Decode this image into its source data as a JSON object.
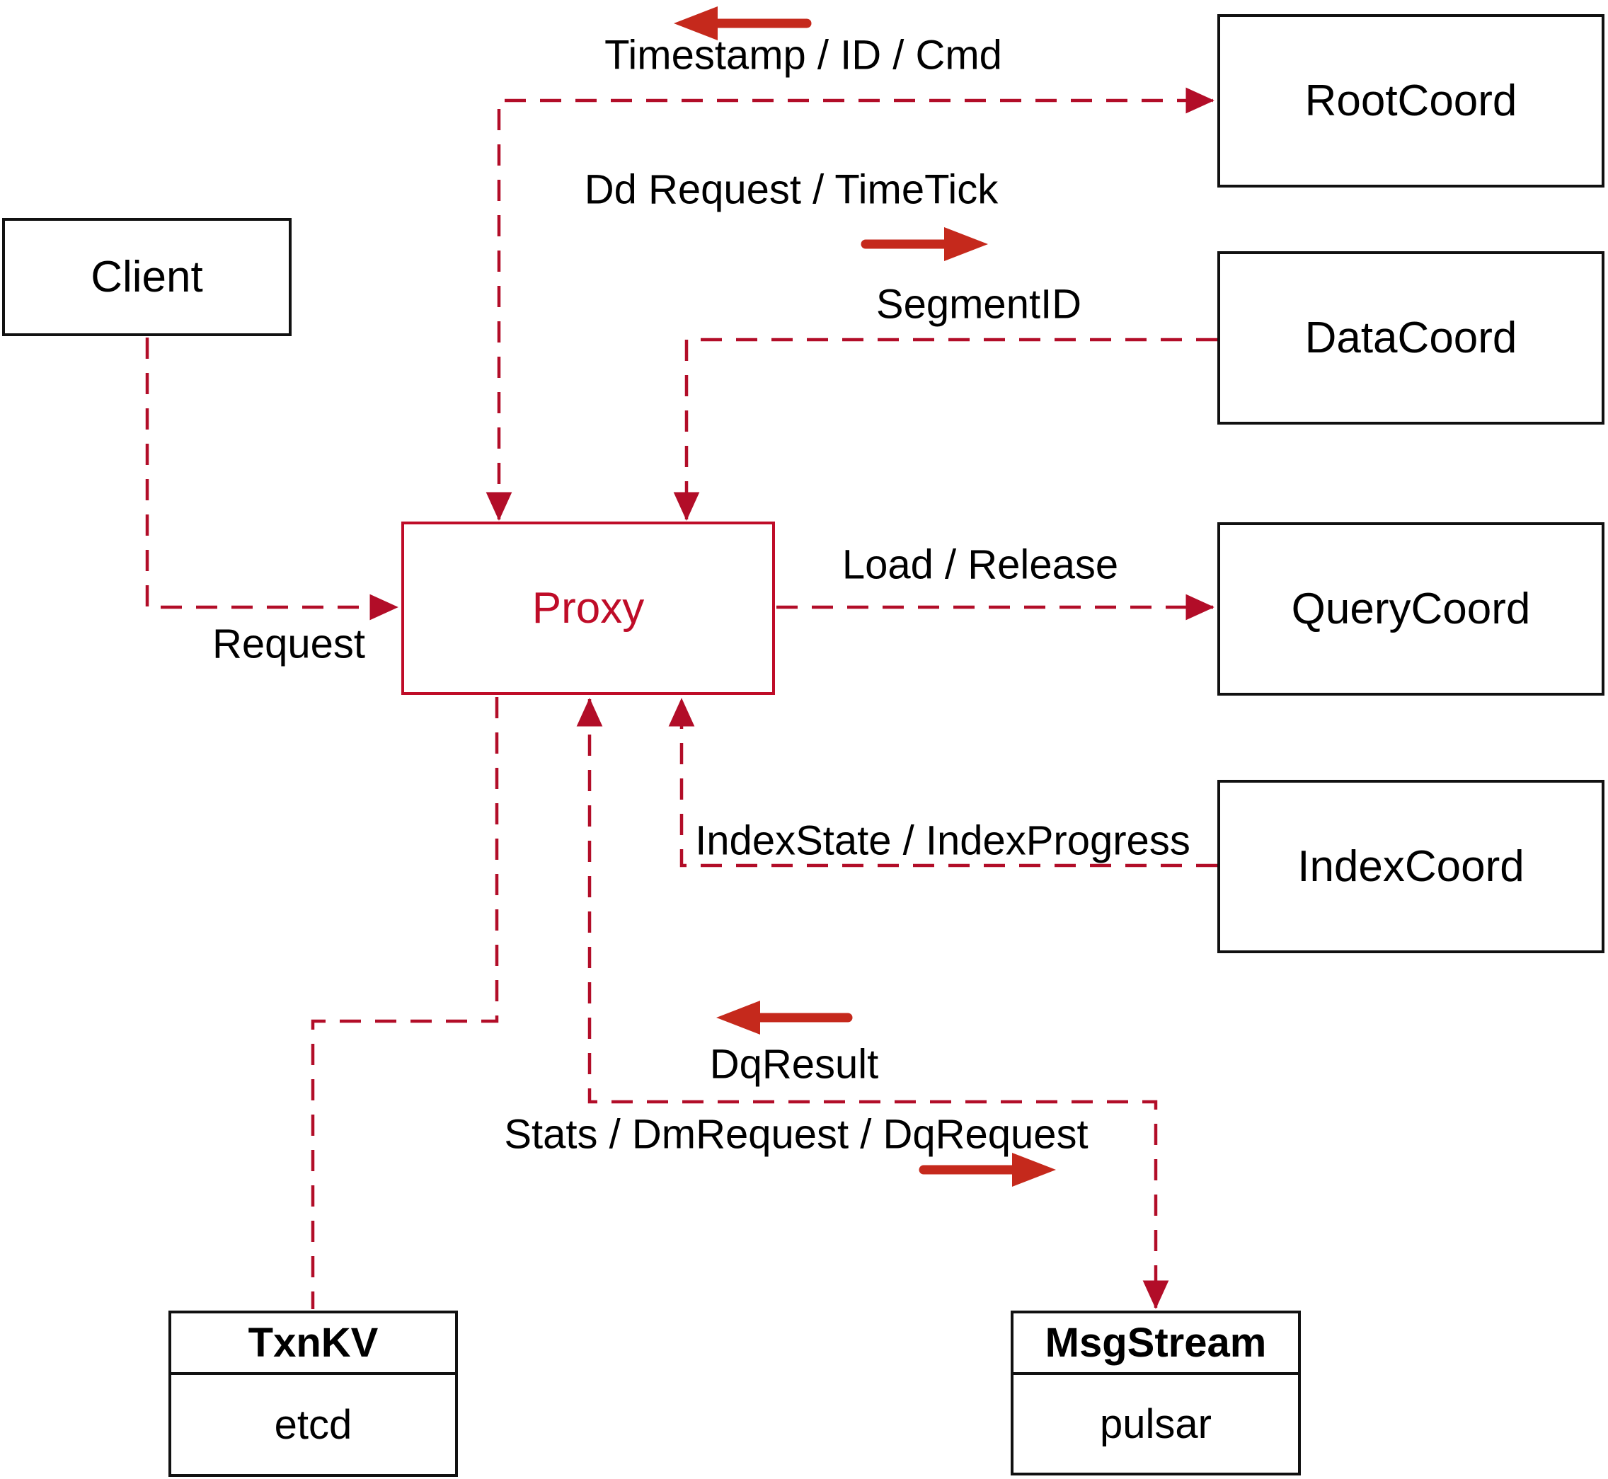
{
  "colors": {
    "dashed_line": "#b20d28",
    "solid_arrow": "#c5291c",
    "box_border": "#111111",
    "proxy_red": "#bf0c28",
    "text": "#000000",
    "background": "#ffffff"
  },
  "nodes": {
    "client": {
      "label": "Client"
    },
    "rootcoord": {
      "label": "RootCoord"
    },
    "datacoord": {
      "label": "DataCoord"
    },
    "querycoord": {
      "label": "QueryCoord"
    },
    "indexcoord": {
      "label": "IndexCoord"
    },
    "proxy": {
      "label": "Proxy"
    },
    "txnkv": {
      "title": "TxnKV",
      "impl": "etcd"
    },
    "msgstream": {
      "title": "MsgStream",
      "impl": "pulsar"
    }
  },
  "edge_labels": {
    "timestamp_id_cmd": "Timestamp / ID / Cmd",
    "dd_request_timetick": "Dd Request / TimeTick",
    "segment_id": "SegmentID",
    "load_release": "Load / Release",
    "index_state_progress": "IndexState / IndexProgress",
    "request": "Request",
    "dq_result": "DqResult",
    "stats_dm_dq": "Stats / DmRequest / DqRequest"
  }
}
